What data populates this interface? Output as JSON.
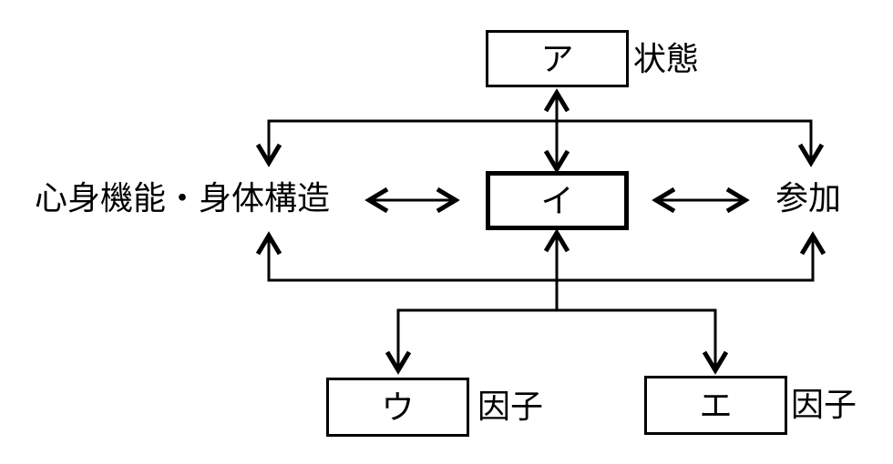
{
  "colors": {
    "background": "#ffffff",
    "line": "#000000",
    "text": "#000000"
  },
  "boxes": {
    "a": {
      "label": "ア",
      "caption": "状態",
      "border": "thin"
    },
    "i": {
      "label": "イ",
      "caption": "",
      "border": "bold"
    },
    "u": {
      "label": "ウ",
      "caption": "因子",
      "border": "thin"
    },
    "e": {
      "label": "エ",
      "caption": "因子",
      "border": "thin"
    }
  },
  "nodes": {
    "left": "心身機能・身体構造",
    "right": "参加"
  },
  "connections": [
    {
      "from": "box-a",
      "to": "box-i",
      "style": "double-headed-vertical-arrow"
    },
    {
      "from": "box-a-level",
      "to": "node-left",
      "style": "down-arrow"
    },
    {
      "from": "box-a-level",
      "to": "node-right",
      "style": "down-arrow"
    },
    {
      "from": "node-left",
      "to": "box-i",
      "style": "double-headed-horizontal-arrow"
    },
    {
      "from": "box-i",
      "to": "node-right",
      "style": "double-headed-horizontal-arrow"
    },
    {
      "from": "bottom-branch",
      "to": "node-left",
      "style": "up-arrow"
    },
    {
      "from": "bottom-branch",
      "to": "box-i",
      "style": "up-arrow"
    },
    {
      "from": "bottom-branch",
      "to": "node-right",
      "style": "up-arrow"
    },
    {
      "from": "bottom-branch",
      "to": "box-u",
      "style": "down-arrow"
    },
    {
      "from": "bottom-branch",
      "to": "box-e",
      "style": "down-arrow"
    }
  ]
}
